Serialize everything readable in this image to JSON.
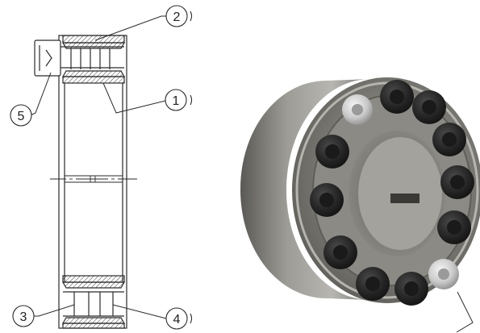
{
  "callouts": [
    {
      "id": "1",
      "label": "1"
    },
    {
      "id": "2",
      "label": "2"
    },
    {
      "id": "3",
      "label": "3"
    },
    {
      "id": "4",
      "label": "4"
    },
    {
      "id": "5",
      "label": "5"
    }
  ],
  "colors": {
    "line": "#2a2a2a",
    "hatch": "#444444",
    "steel_dark": "#4a4a48",
    "steel_mid": "#8d8c86",
    "steel_light": "#cfcec8",
    "bolt_black": "#262626",
    "background": "#ffffff"
  },
  "icons": {
    "bolt": "socket-head-cap-screw",
    "assembly": "shaft-locking-device"
  }
}
